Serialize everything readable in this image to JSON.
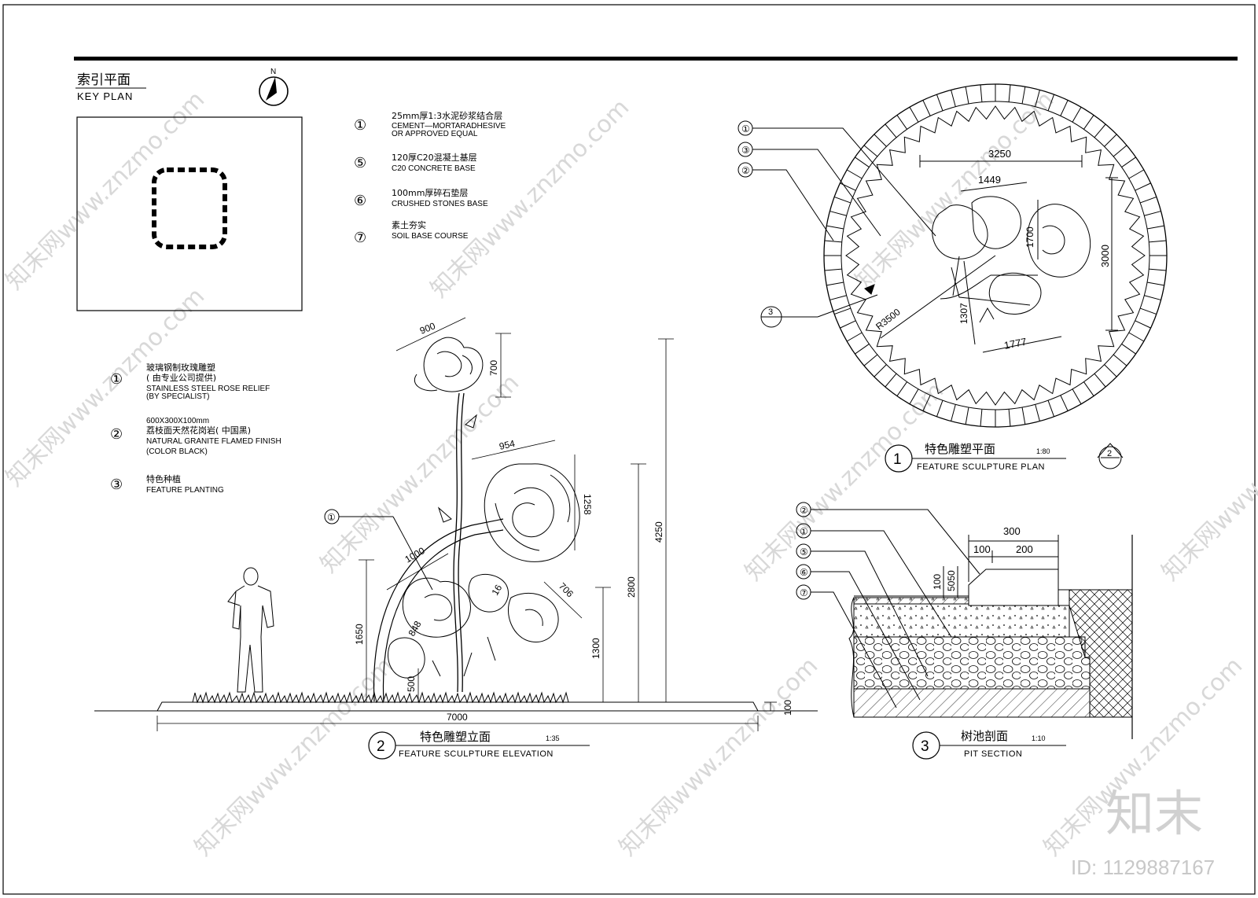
{
  "key_plan": {
    "title_cn": "索引平面",
    "title_en": "KEY PLAN"
  },
  "north_label": "N",
  "section_legend": [
    {
      "num": "①",
      "cn": "25mm厚1:3水泥砂浆结合层",
      "en1": "CEMENT—MORTARADHESIVE",
      "en2": "OR APPROVED EQUAL"
    },
    {
      "num": "⑤",
      "cn": "120厚C20混凝土基层",
      "en1": "C20 CONCRETE BASE",
      "en2": ""
    },
    {
      "num": "⑥",
      "cn": "100mm厚碎石垫层",
      "en1": "CRUSHED STONES BASE",
      "en2": ""
    },
    {
      "num": "⑦",
      "cn": "素土夯实",
      "en1": "SOIL BASE COURSE",
      "en2": ""
    }
  ],
  "material_legend": [
    {
      "num": "①",
      "cn": "玻璃钢制玫瑰雕塑",
      "cn2": "( 由专业公司提供)",
      "en1": "STAINLESS STEEL ROSE RELIEF",
      "en2": "(BY SPECIALIST)"
    },
    {
      "num": "②",
      "cn0": "600X300X100mm",
      "cn": "荔枝面天然花岗岩( 中国黑)",
      "en1": "NATURAL GRANITE FLAMED FINISH",
      "en2": "(COLOR  BLACK)"
    },
    {
      "num": "③",
      "cn": "特色种植",
      "en1": "FEATURE PLANTING",
      "en2": ""
    }
  ],
  "elevation": {
    "dims": {
      "d900": "900",
      "d700": "700",
      "d954": "954",
      "d1258": "1258",
      "d1000": "1000",
      "d706": "706",
      "d16": "16",
      "d848": "848",
      "d500": "500",
      "d1650": "1650",
      "d1300": "1300",
      "d2800": "2800",
      "d4250": "4250",
      "d7000": "7000",
      "d100": "100"
    },
    "callout": "①",
    "title_num": "2",
    "title_cn": "特色雕塑立面",
    "scale": "1:35",
    "title_en": "FEATURE SCULPTURE ELEVATION"
  },
  "plan": {
    "dims": {
      "d3250": "3250",
      "d1449": "1449",
      "d1700": "1700",
      "d3000": "3000",
      "d1307": "1307",
      "d1777": "1777",
      "r3500": "R3500"
    },
    "callouts": [
      "①",
      "③",
      "②"
    ],
    "section_marker": "3",
    "title_num": "1",
    "title_cn": "特色雕塑平面",
    "scale": "1:80",
    "title_en": "FEATURE SCULPTURE PLAN",
    "elev_marker": "2"
  },
  "section": {
    "dims": {
      "d300": "300",
      "d100a": "100",
      "d200": "200",
      "d100b": "100",
      "d5050": "5050"
    },
    "callouts": [
      "②",
      "①",
      "⑤",
      "⑥",
      "⑦"
    ],
    "title_num": "3",
    "title_cn": "树池剖面",
    "scale": "1:10",
    "title_en": "PIT SECTION"
  },
  "watermark": {
    "site": "知末网www.znzmo.com",
    "logo": "知末",
    "id": "ID: 1129887167"
  }
}
